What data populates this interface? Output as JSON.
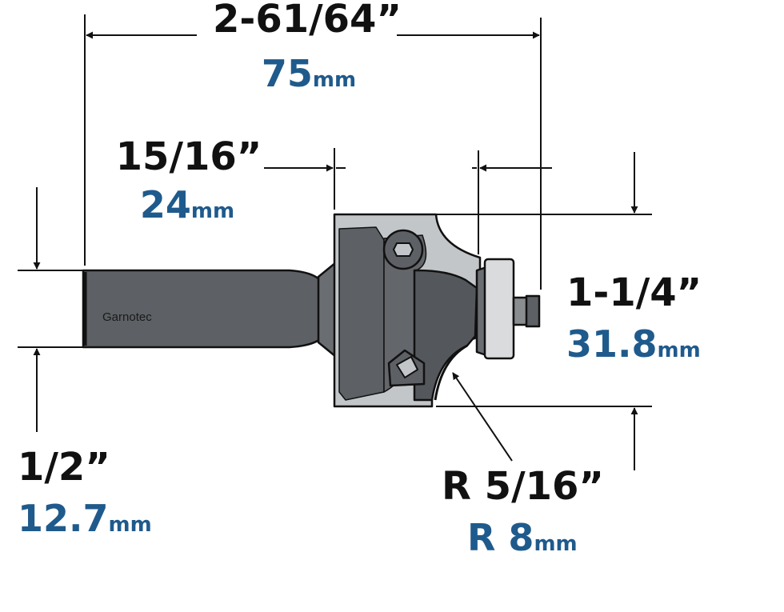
{
  "brand_label": "Garnotec",
  "colors": {
    "metric": "#1f5a8c",
    "imperial": "#111111",
    "body_dark": "#5d6064",
    "body_light": "#c3c6c9",
    "outline": "#111111"
  },
  "dimensions": {
    "overall_length": {
      "imperial": "2-61/64”",
      "metric_value": "75",
      "metric_unit": "mm"
    },
    "cutting_length": {
      "imperial": "15/16”",
      "metric_value": "24",
      "metric_unit": "mm"
    },
    "cutting_diameter": {
      "imperial": "1-1/4”",
      "metric_value": "31.8",
      "metric_unit": "mm"
    },
    "shank_diameter": {
      "imperial": "1/2”",
      "metric_value": "12.7",
      "metric_unit": "mm"
    },
    "radius": {
      "imperial": "R 5/16”",
      "metric_value": "R 8",
      "metric_unit": "mm"
    }
  }
}
